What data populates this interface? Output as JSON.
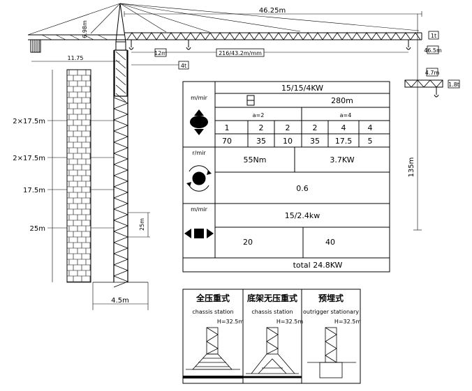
{
  "crane": {
    "jib_length": "46.25m",
    "top_height": "6.98m",
    "counter_jib": "11.75",
    "tip_load": "1t",
    "tip_radius": "46.5m",
    "load_4t": "4t",
    "dim_12m": "12m",
    "moment": "216/43.2m/mm",
    "trolley_radius": "4.7m",
    "trolley_load": "1.8t",
    "height_total": "135m",
    "sections": [
      "2×17.5m",
      "2×17.5m",
      "17.5m",
      "25m"
    ],
    "section_25": "25m",
    "base_width": "4.5m"
  },
  "spec_table": {
    "hoist": {
      "unit": "m/mir",
      "power": "15/15/4KW",
      "speed_total": "280m",
      "group_a": "a=2",
      "group_b": "a=4",
      "gears": [
        "1",
        "2",
        "2",
        "2",
        "4",
        "4"
      ],
      "speeds": [
        "70",
        "35",
        "10",
        "35",
        "17.5",
        "5"
      ]
    },
    "slewing": {
      "unit": "r/mir",
      "torque": "55Nm",
      "power": "3.7KW",
      "speed": "0.6"
    },
    "trolley": {
      "unit": "m/mir",
      "power": "15/2.4kw",
      "speed_low": "20",
      "speed_high": "40"
    },
    "total": "total  24.8KW"
  },
  "stations": [
    {
      "cn": "全压重式",
      "en": "chassis station",
      "h": "H=32.5m"
    },
    {
      "cn": "底架无压重式",
      "en": "chassis station",
      "h": "H=32.5m"
    },
    {
      "cn": "预埋式",
      "en": "outrigger stationary",
      "h": "H=32.5m"
    }
  ]
}
